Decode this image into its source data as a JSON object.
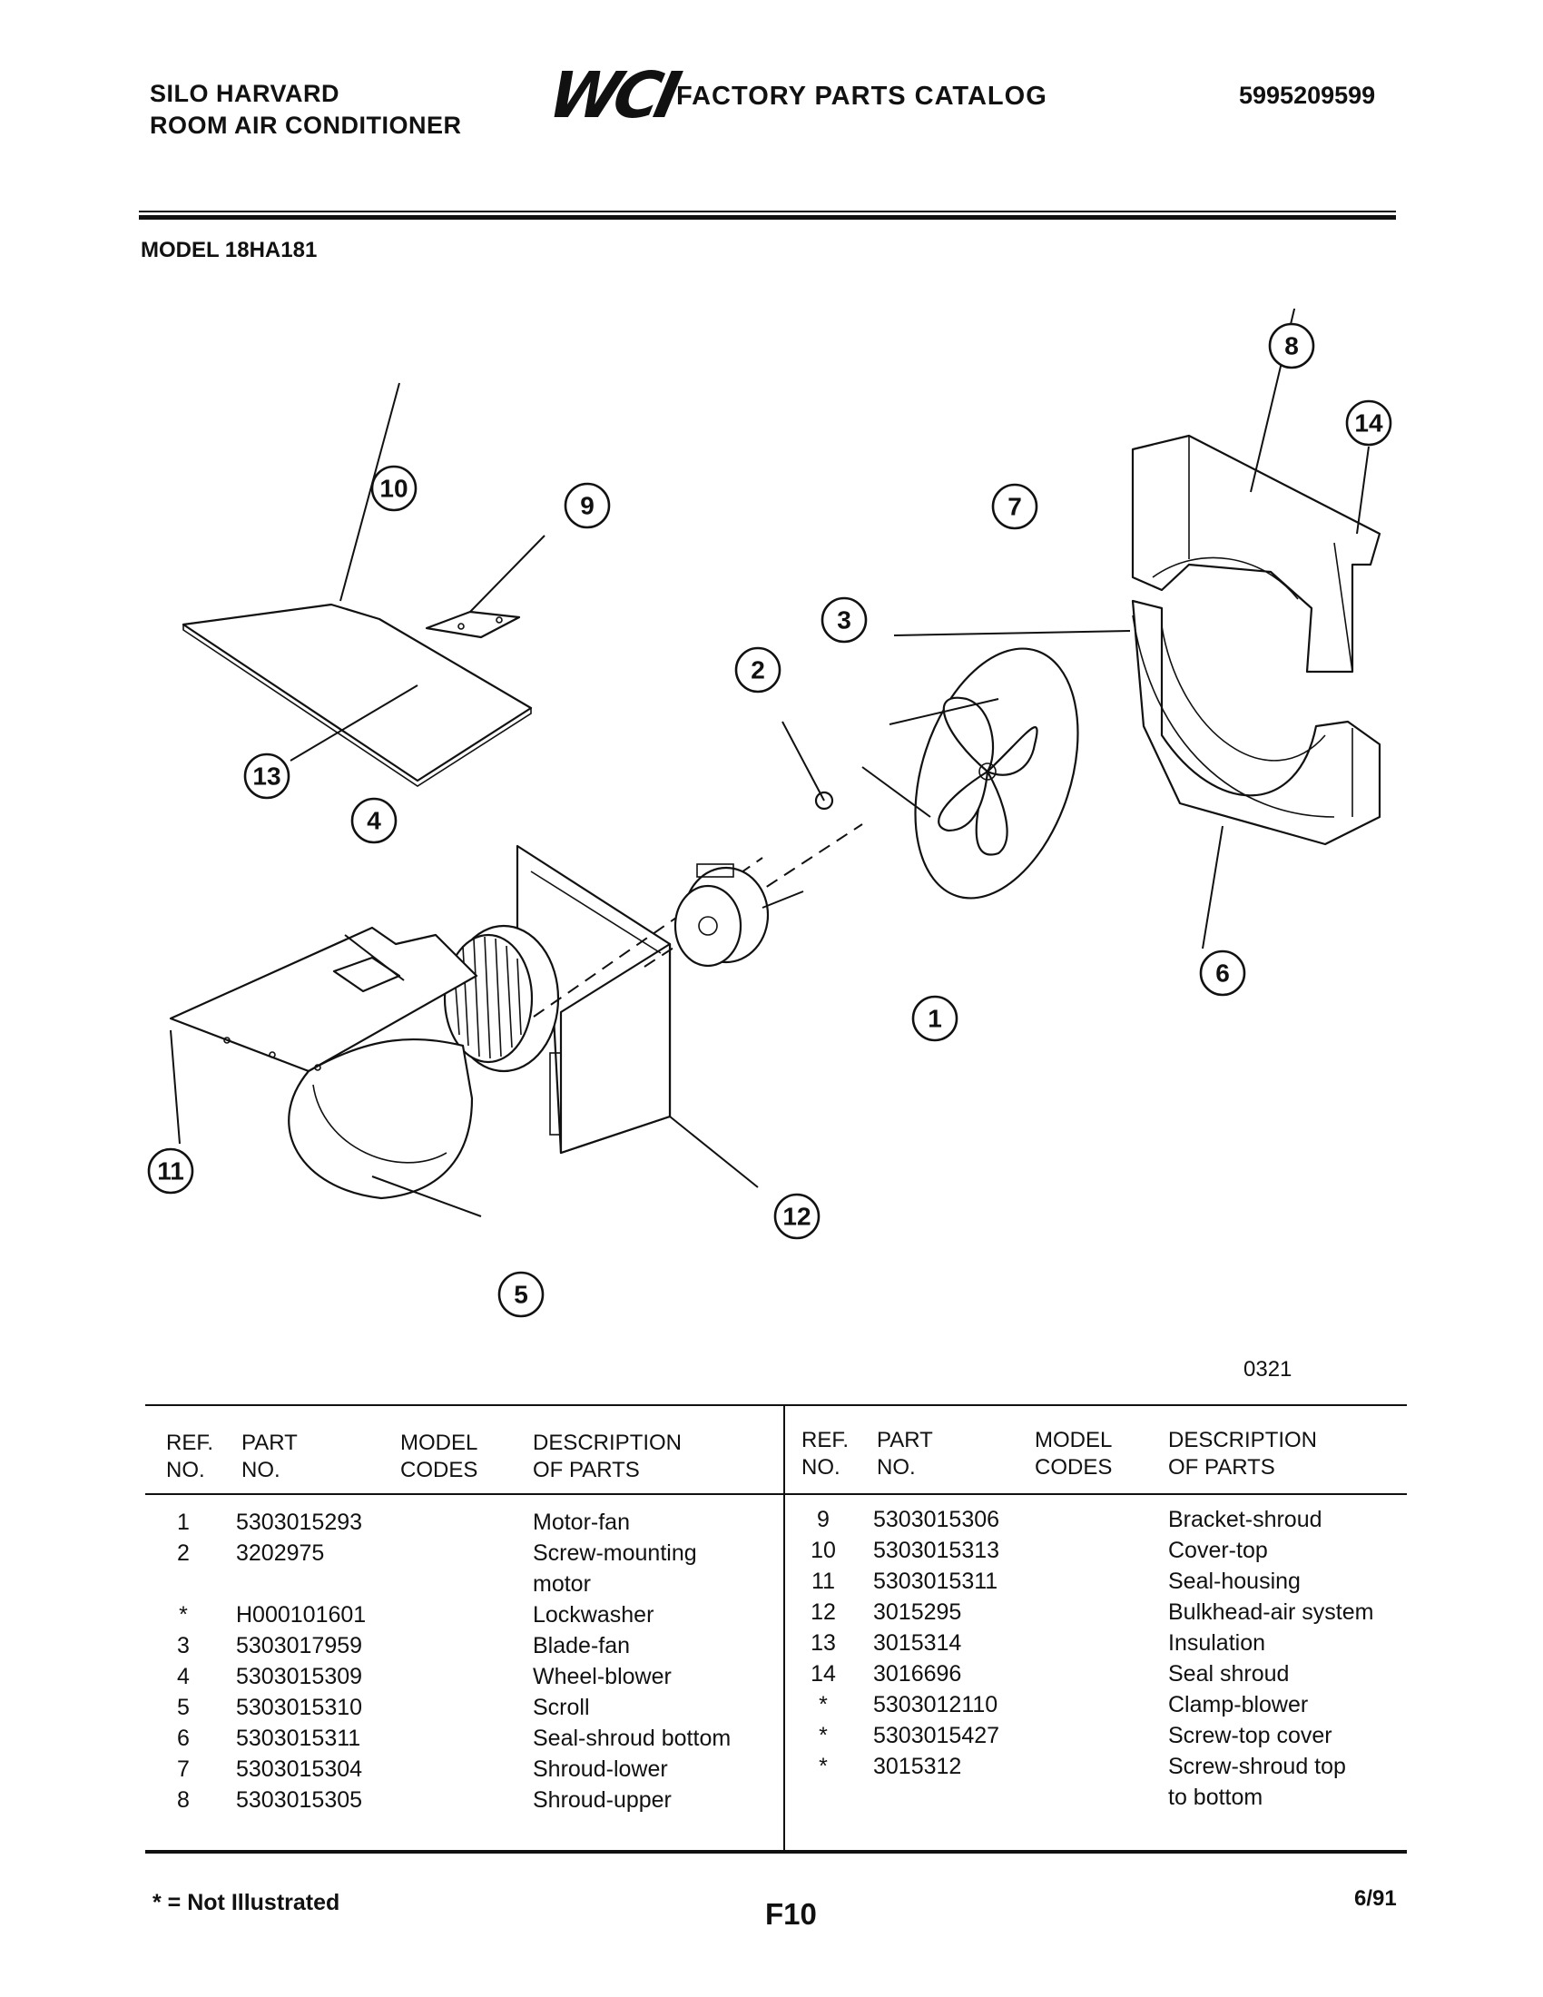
{
  "header": {
    "line1": "SILO HARVARD",
    "line2": "ROOM AIR CONDITIONER",
    "logo": "WCI",
    "catalog_title": "FACTORY PARTS CATALOG",
    "catalog_number": "5995209599"
  },
  "model": "MODEL 18HA181",
  "diagram_code": "0321",
  "callouts": [
    "1",
    "2",
    "3",
    "4",
    "5",
    "6",
    "7",
    "8",
    "9",
    "10",
    "11",
    "12",
    "13",
    "14"
  ],
  "table": {
    "headers": {
      "ref": "REF.\nNO.",
      "part": "PART\nNO.",
      "model_codes": "MODEL\nCODES",
      "description": "DESCRIPTION\nOF PARTS"
    },
    "left_rows": [
      {
        "ref": "1",
        "part": "5303015293",
        "desc": "Motor-fan"
      },
      {
        "ref": "2",
        "part": "3202975",
        "desc": "Screw-mounting"
      },
      {
        "ref": "",
        "part": "",
        "desc": "motor"
      },
      {
        "ref": "*",
        "part": "H000101601",
        "desc": "Lockwasher"
      },
      {
        "ref": "3",
        "part": "5303017959",
        "desc": "Blade-fan"
      },
      {
        "ref": "4",
        "part": "5303015309",
        "desc": "Wheel-blower"
      },
      {
        "ref": "5",
        "part": "5303015310",
        "desc": "Scroll"
      },
      {
        "ref": "6",
        "part": "5303015311",
        "desc": "Seal-shroud bottom"
      },
      {
        "ref": "7",
        "part": "5303015304",
        "desc": "Shroud-lower"
      },
      {
        "ref": "8",
        "part": "5303015305",
        "desc": "Shroud-upper"
      }
    ],
    "right_rows": [
      {
        "ref": "9",
        "part": "5303015306",
        "desc": "Bracket-shroud"
      },
      {
        "ref": "10",
        "part": "5303015313",
        "desc": "Cover-top"
      },
      {
        "ref": "11",
        "part": "5303015311",
        "desc": "Seal-housing"
      },
      {
        "ref": "12",
        "part": "3015295",
        "desc": "Bulkhead-air system"
      },
      {
        "ref": "13",
        "part": "3015314",
        "desc": "Insulation"
      },
      {
        "ref": "14",
        "part": "3016696",
        "desc": "Seal shroud"
      },
      {
        "ref": "*",
        "part": "5303012110",
        "desc": "Clamp-blower"
      },
      {
        "ref": "*",
        "part": "5303015427",
        "desc": "Screw-top cover"
      },
      {
        "ref": "*",
        "part": "3015312",
        "desc": "Screw-shroud top"
      },
      {
        "ref": "",
        "part": "",
        "desc": "to bottom"
      }
    ]
  },
  "footer": {
    "note": "* = Not Illustrated",
    "page_id": "F10",
    "date": "6/91"
  }
}
